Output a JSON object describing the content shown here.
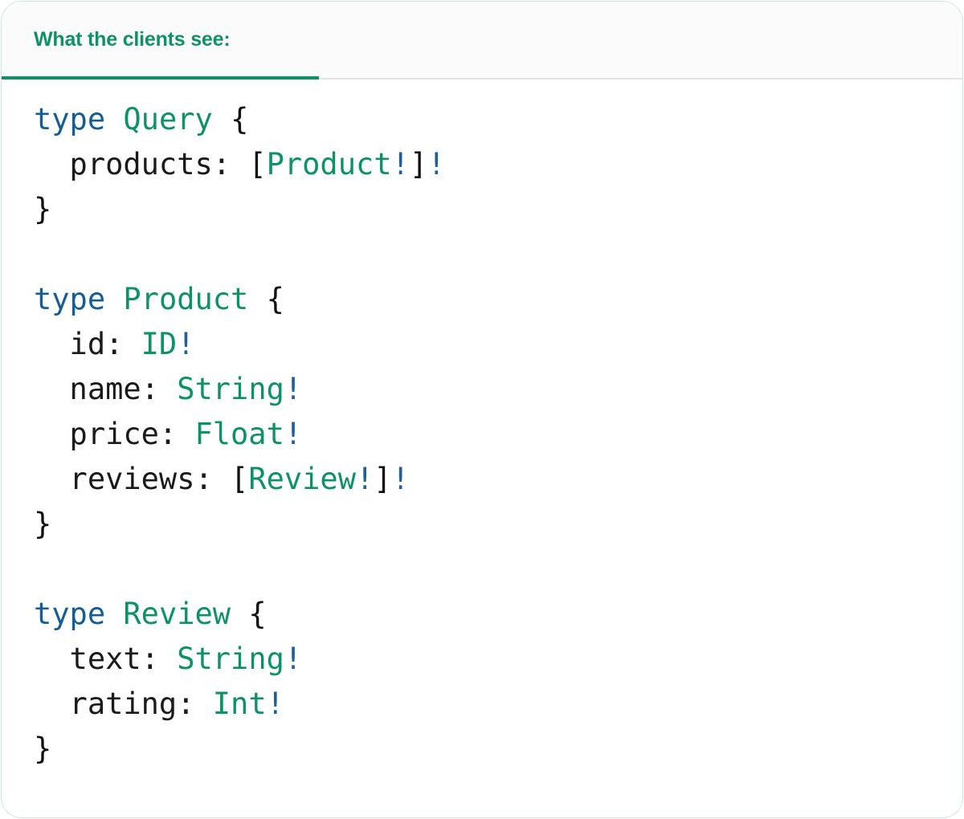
{
  "card": {
    "accent_color": "#0d9268",
    "border_color": "#cfe8da",
    "header_bg": "#fbfbfb",
    "body_bg": "#ffffff"
  },
  "tabs": [
    {
      "id": "clients-see",
      "label": "What the clients see:",
      "active": true,
      "color": "#0d9268"
    }
  ],
  "code": {
    "language": "graphql",
    "colors": {
      "keyword": "#165c96",
      "typename": "#0d9268",
      "plain": "#1a1a1a",
      "bang": "#1f5fa0",
      "punct": "#111111"
    },
    "lines": [
      {
        "tokens": [
          {
            "t": "type",
            "c": "keyword"
          },
          {
            "t": " ",
            "c": "plain"
          },
          {
            "t": "Query",
            "c": "typename"
          },
          {
            "t": " ",
            "c": "plain"
          },
          {
            "t": "{",
            "c": "punct"
          }
        ]
      },
      {
        "tokens": [
          {
            "t": "  products: ",
            "c": "field"
          },
          {
            "t": "[",
            "c": "punct"
          },
          {
            "t": "Product",
            "c": "typename"
          },
          {
            "t": "!",
            "c": "bang"
          },
          {
            "t": "]",
            "c": "punct"
          },
          {
            "t": "!",
            "c": "bang"
          }
        ]
      },
      {
        "tokens": [
          {
            "t": "}",
            "c": "punct"
          }
        ]
      },
      {
        "tokens": []
      },
      {
        "tokens": [
          {
            "t": "type",
            "c": "keyword"
          },
          {
            "t": " ",
            "c": "plain"
          },
          {
            "t": "Product",
            "c": "typename"
          },
          {
            "t": " ",
            "c": "plain"
          },
          {
            "t": "{",
            "c": "punct"
          }
        ]
      },
      {
        "tokens": [
          {
            "t": "  id: ",
            "c": "field"
          },
          {
            "t": "ID",
            "c": "typename"
          },
          {
            "t": "!",
            "c": "bang"
          }
        ]
      },
      {
        "tokens": [
          {
            "t": "  name: ",
            "c": "field"
          },
          {
            "t": "String",
            "c": "typename"
          },
          {
            "t": "!",
            "c": "bang"
          }
        ]
      },
      {
        "tokens": [
          {
            "t": "  price: ",
            "c": "field"
          },
          {
            "t": "Float",
            "c": "typename"
          },
          {
            "t": "!",
            "c": "bang"
          }
        ]
      },
      {
        "tokens": [
          {
            "t": "  reviews: ",
            "c": "field"
          },
          {
            "t": "[",
            "c": "punct"
          },
          {
            "t": "Review",
            "c": "typename"
          },
          {
            "t": "!",
            "c": "bang"
          },
          {
            "t": "]",
            "c": "punct"
          },
          {
            "t": "!",
            "c": "bang"
          }
        ]
      },
      {
        "tokens": [
          {
            "t": "}",
            "c": "punct"
          }
        ]
      },
      {
        "tokens": []
      },
      {
        "tokens": [
          {
            "t": "type",
            "c": "keyword"
          },
          {
            "t": " ",
            "c": "plain"
          },
          {
            "t": "Review",
            "c": "typename"
          },
          {
            "t": " ",
            "c": "plain"
          },
          {
            "t": "{",
            "c": "punct"
          }
        ]
      },
      {
        "tokens": [
          {
            "t": "  text: ",
            "c": "field"
          },
          {
            "t": "String",
            "c": "typename"
          },
          {
            "t": "!",
            "c": "bang"
          }
        ]
      },
      {
        "tokens": [
          {
            "t": "  rating: ",
            "c": "field"
          },
          {
            "t": "Int",
            "c": "typename"
          },
          {
            "t": "!",
            "c": "bang"
          }
        ]
      },
      {
        "tokens": [
          {
            "t": "}",
            "c": "punct"
          }
        ]
      }
    ]
  }
}
